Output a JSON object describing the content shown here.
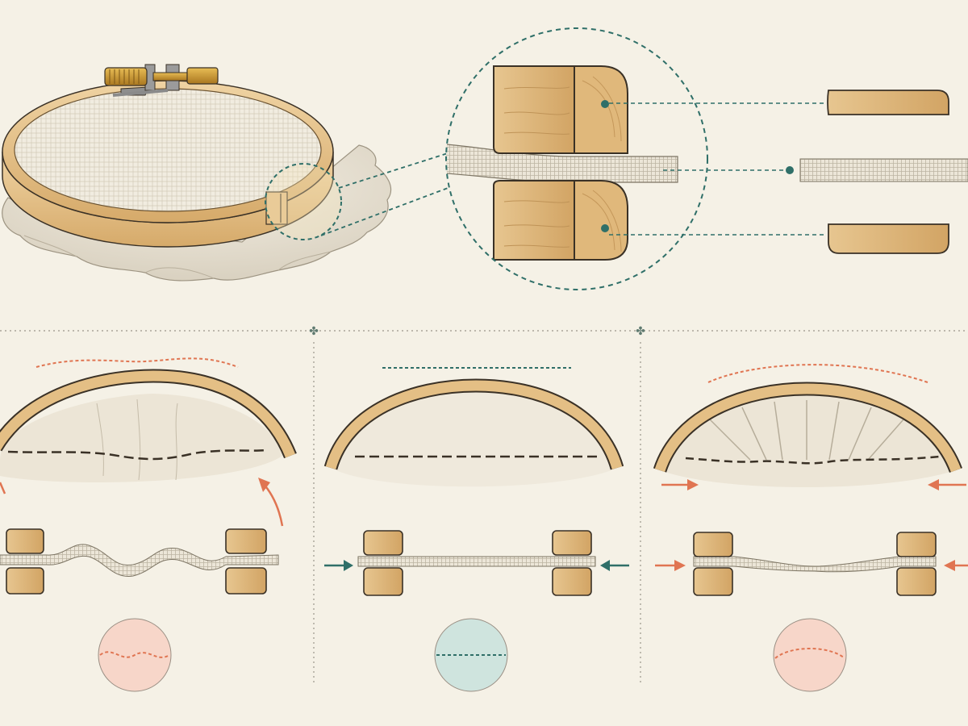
{
  "colors": {
    "background": "#f5f1e6",
    "wood_light": "#e9c893",
    "wood_mid": "#d9ae6e",
    "wood_dark": "#b88a4c",
    "outline": "#3a3126",
    "fabric": "#f1ece0",
    "fabric_shadow": "#cfc7b6",
    "teal": "#2f6f68",
    "coral": "#e07552",
    "brass": "#c9952f",
    "neutral_dot": "#9a958a",
    "badge_pink": "#f7d6c9",
    "badge_teal": "#cfe4de"
  },
  "icons": {
    "hoop": "embroidery-hoop-icon",
    "screw": "brass-screw-icon",
    "magnifier": "zoom-circle-icon",
    "inner_ring_profile": "inner-ring-profile-icon",
    "fabric_strip": "fabric-strip-icon",
    "outer_ring_profile": "outer-ring-profile-icon",
    "diamond": "diamond-divider-icon",
    "arrow": "arrow-icon"
  },
  "panels": [
    {
      "id": "too-loose",
      "tension": "loose",
      "status_color": "#e07552",
      "badge": "wavy-line-badge"
    },
    {
      "id": "just-right",
      "tension": "even",
      "status_color": "#2f6f68",
      "badge": "straight-line-badge"
    },
    {
      "id": "too-tight",
      "tension": "over-stretched",
      "status_color": "#e07552",
      "badge": "curved-line-badge"
    }
  ]
}
